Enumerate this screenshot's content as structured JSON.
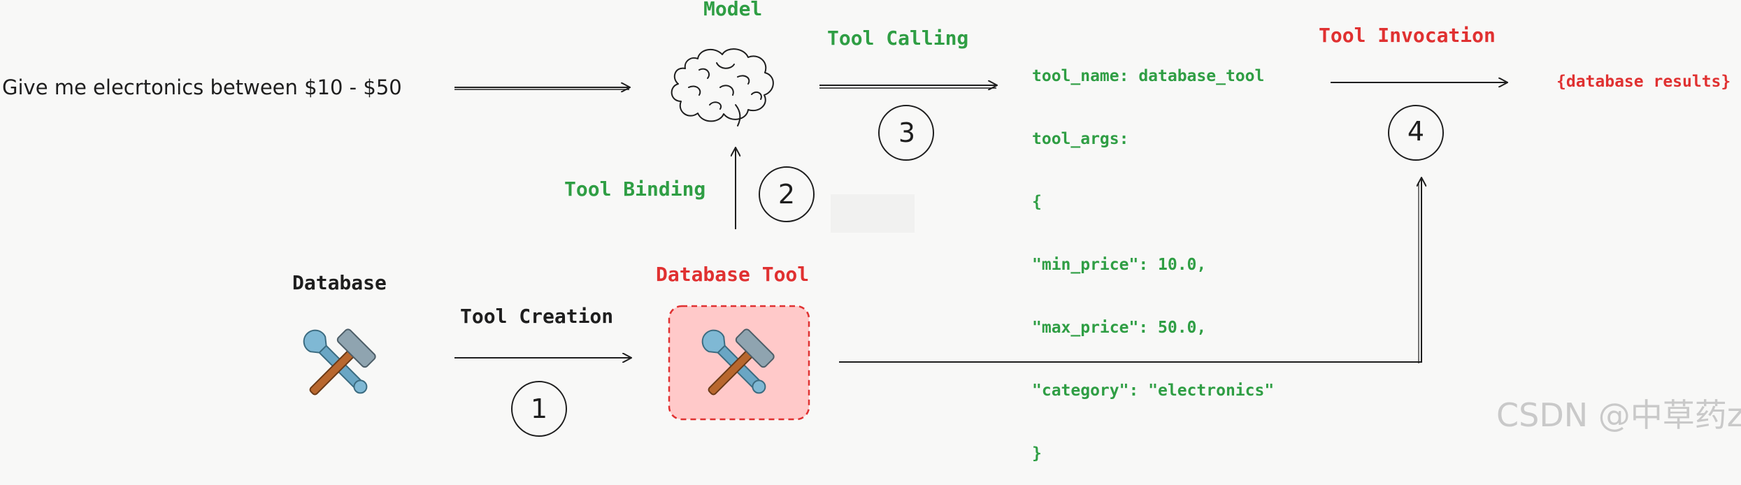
{
  "user_query": "Give me elecrtonics between $10 - $50",
  "model": {
    "label": "Model",
    "icon": "brain-icon"
  },
  "tool_calling": {
    "label": "Tool Calling",
    "step": "3"
  },
  "tool_call": {
    "lines": [
      "tool_name: database_tool",
      "tool_args:",
      "{",
      "\"min_price\": 10.0,",
      "\"max_price\": 50.0,",
      "\"category\": \"electronics\"",
      "}"
    ]
  },
  "tool_invocation": {
    "label": "Tool Invocation",
    "step": "4"
  },
  "result": "{database results}",
  "tool_binding": {
    "label": "Tool Binding",
    "step": "2"
  },
  "database": {
    "label": "Database",
    "icon": "hammer-wrench-icon"
  },
  "tool_creation": {
    "label": "Tool Creation",
    "step": "1"
  },
  "database_tool": {
    "label": "Database Tool",
    "icon": "hammer-wrench-icon"
  },
  "watermark": "CSDN @中草药z",
  "colors": {
    "green": "#2f9e44",
    "red": "#e03131",
    "tool_box_fill": "#ffc9c9",
    "tool_box_border": "#e03131",
    "stroke": "#1e1e1e"
  }
}
